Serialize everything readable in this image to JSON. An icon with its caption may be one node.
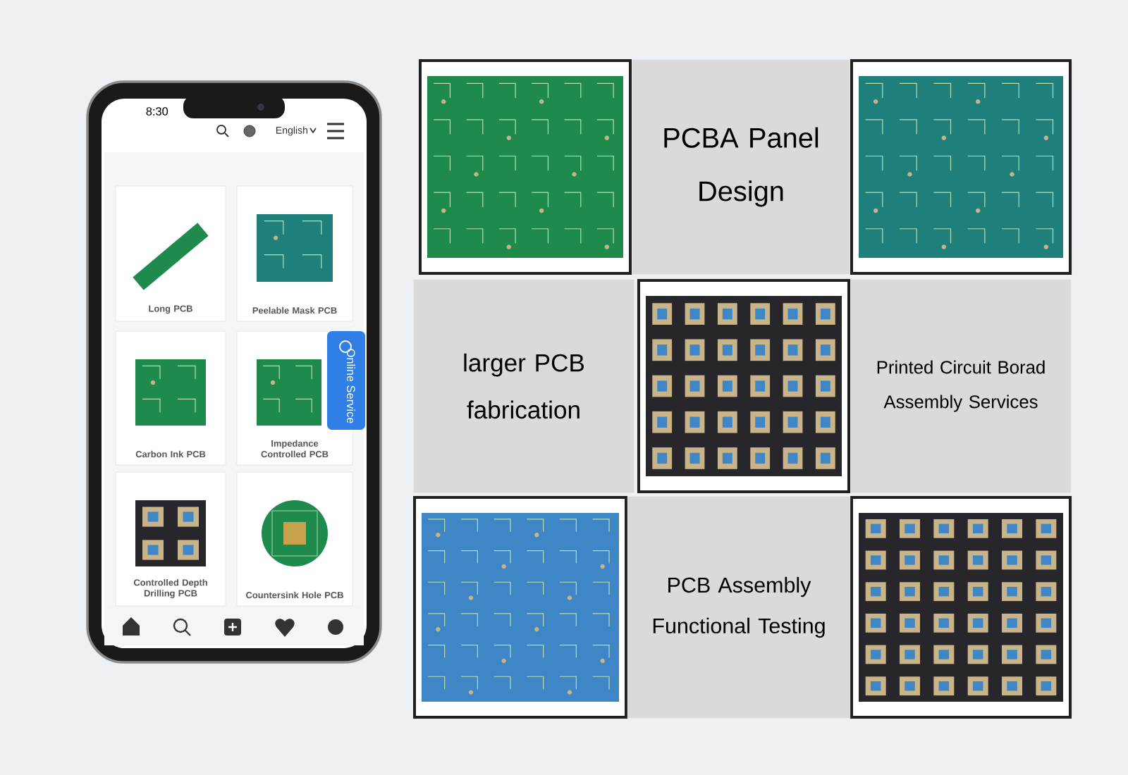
{
  "diagram": {
    "nodes": [
      {
        "text": [
          "Long PCB"
        ]
      },
      {
        "text": [
          "Peelable Mask PCB"
        ]
      },
      {
        "text": [
          "Carbon Ink PCB"
        ]
      },
      {
        "text": [
          "Impedance Controlled PCB"
        ]
      },
      {
        "text": [
          "Controlled Depth Drilling PCB"
        ]
      },
      {
        "text": [
          "Countersink Hole PCB"
        ]
      },
      {
        "text": [
          "PCBA Panel Design"
        ]
      },
      {
        "text": [
          "larger PCB fabrication"
        ]
      },
      {
        "text": [
          "Printed Circuit Borad Assembly Services"
        ]
      },
      {
        "text": [
          "PCB Assembly Functional Testing"
        ]
      }
    ],
    "labels": [
      "8:30",
      "English",
      "Online Service"
    ]
  }
}
